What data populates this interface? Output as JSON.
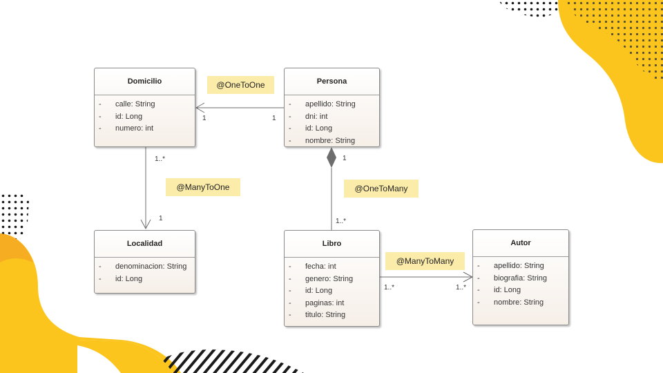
{
  "colors": {
    "accent": "#fbc51d",
    "dots": "#1a1a1a",
    "note": "#fbecaa"
  },
  "classes": [
    {
      "name": "Domicilio",
      "attributes": [
        {
          "visibility": "-",
          "text": "calle: String"
        },
        {
          "visibility": "-",
          "text": "id: Long"
        },
        {
          "visibility": "-",
          "text": "numero: int"
        }
      ]
    },
    {
      "name": "Persona",
      "attributes": [
        {
          "visibility": "-",
          "text": "apellido: String"
        },
        {
          "visibility": "-",
          "text": "dni: int"
        },
        {
          "visibility": "-",
          "text": "id: Long"
        },
        {
          "visibility": "-",
          "text": "nombre: String"
        }
      ]
    },
    {
      "name": "Localidad",
      "attributes": [
        {
          "visibility": "-",
          "text": "denominacion: String"
        },
        {
          "visibility": "-",
          "text": "id: Long"
        }
      ]
    },
    {
      "name": "Libro",
      "attributes": [
        {
          "visibility": "-",
          "text": "fecha: int"
        },
        {
          "visibility": "-",
          "text": "genero: String"
        },
        {
          "visibility": "-",
          "text": "id: Long"
        },
        {
          "visibility": "-",
          "text": "paginas: int"
        },
        {
          "visibility": "-",
          "text": "titulo: String"
        }
      ]
    },
    {
      "name": "Autor",
      "attributes": [
        {
          "visibility": "-",
          "text": "apellido: String"
        },
        {
          "visibility": "-",
          "text": "biografia: String"
        },
        {
          "visibility": "-",
          "text": "id: Long"
        },
        {
          "visibility": "-",
          "text": "nombre: String"
        }
      ]
    }
  ],
  "relations": [
    {
      "label": "@OneToOne",
      "source_multiplicity": "1",
      "target_multiplicity": "1"
    },
    {
      "label": "@ManyToOne",
      "source_multiplicity": "1..*",
      "target_multiplicity": "1"
    },
    {
      "label": "@OneToMany",
      "source_multiplicity": "1",
      "target_multiplicity": "1..*"
    },
    {
      "label": "@ManyToMany",
      "source_multiplicity": "1..*",
      "target_multiplicity": "1..*"
    }
  ]
}
